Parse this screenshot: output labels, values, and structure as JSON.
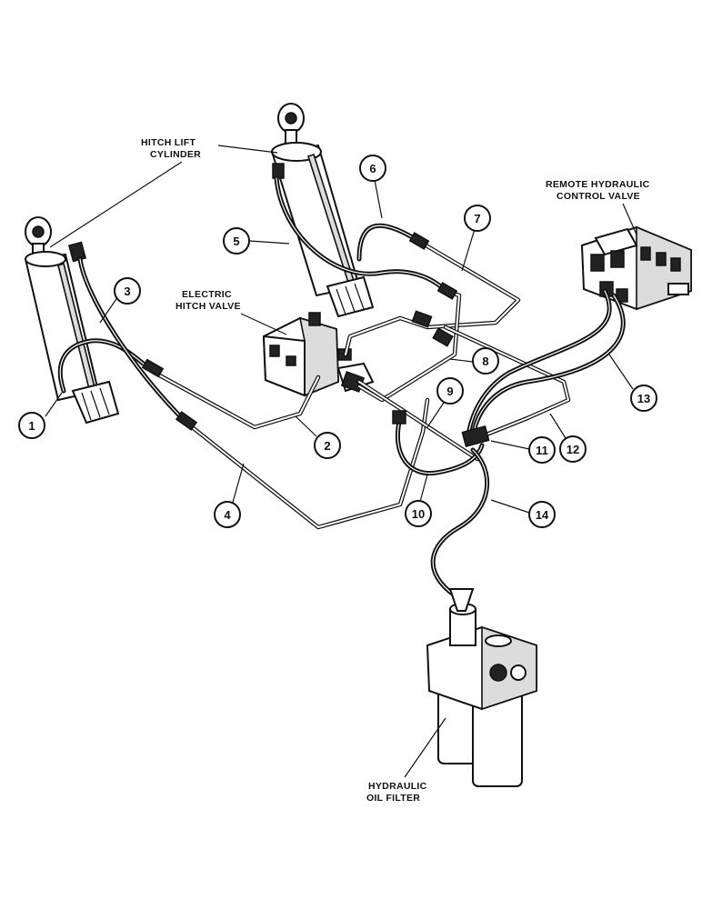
{
  "labels": {
    "hitch_lift_cylinder": [
      "HITCH LIFT",
      "CYLINDER"
    ],
    "electric_hitch_valve": [
      "ELECTRIC",
      "HITCH VALVE"
    ],
    "remote_hydraulic_control_valve": [
      "REMOTE HYDRAULIC",
      "CONTROL VALVE"
    ],
    "hydraulic_oil_filter": [
      "HYDRAULIC",
      "OIL FILTER"
    ]
  },
  "callouts": [
    "1",
    "2",
    "3",
    "4",
    "5",
    "6",
    "7",
    "8",
    "9",
    "10",
    "11",
    "12",
    "13",
    "14"
  ],
  "colors": {
    "ink": "#111111",
    "paper": "#ffffff"
  }
}
